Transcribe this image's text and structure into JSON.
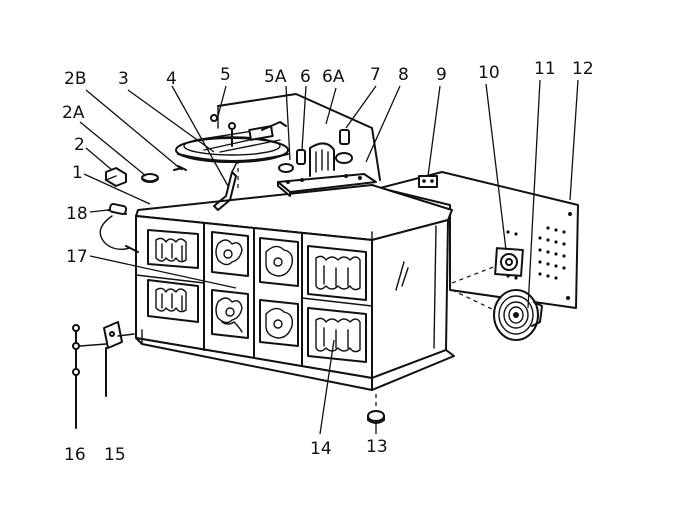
{
  "callouts": [
    {
      "id": "2B",
      "text": "2B"
    },
    {
      "id": "3",
      "text": "3"
    },
    {
      "id": "4",
      "text": "4"
    },
    {
      "id": "5",
      "text": "5"
    },
    {
      "id": "5A",
      "text": "5A"
    },
    {
      "id": "6",
      "text": "6"
    },
    {
      "id": "6A",
      "text": "6A"
    },
    {
      "id": "7",
      "text": "7"
    },
    {
      "id": "8",
      "text": "8"
    },
    {
      "id": "9",
      "text": "9"
    },
    {
      "id": "10",
      "text": "10"
    },
    {
      "id": "11",
      "text": "11"
    },
    {
      "id": "12",
      "text": "12"
    },
    {
      "id": "2A",
      "text": "2A"
    },
    {
      "id": "2",
      "text": "2"
    },
    {
      "id": "1",
      "text": "1"
    },
    {
      "id": "18",
      "text": "18"
    },
    {
      "id": "17",
      "text": "17"
    },
    {
      "id": "16",
      "text": "16"
    },
    {
      "id": "15",
      "text": "15"
    },
    {
      "id": "14",
      "text": "14"
    },
    {
      "id": "13",
      "text": "13"
    }
  ]
}
